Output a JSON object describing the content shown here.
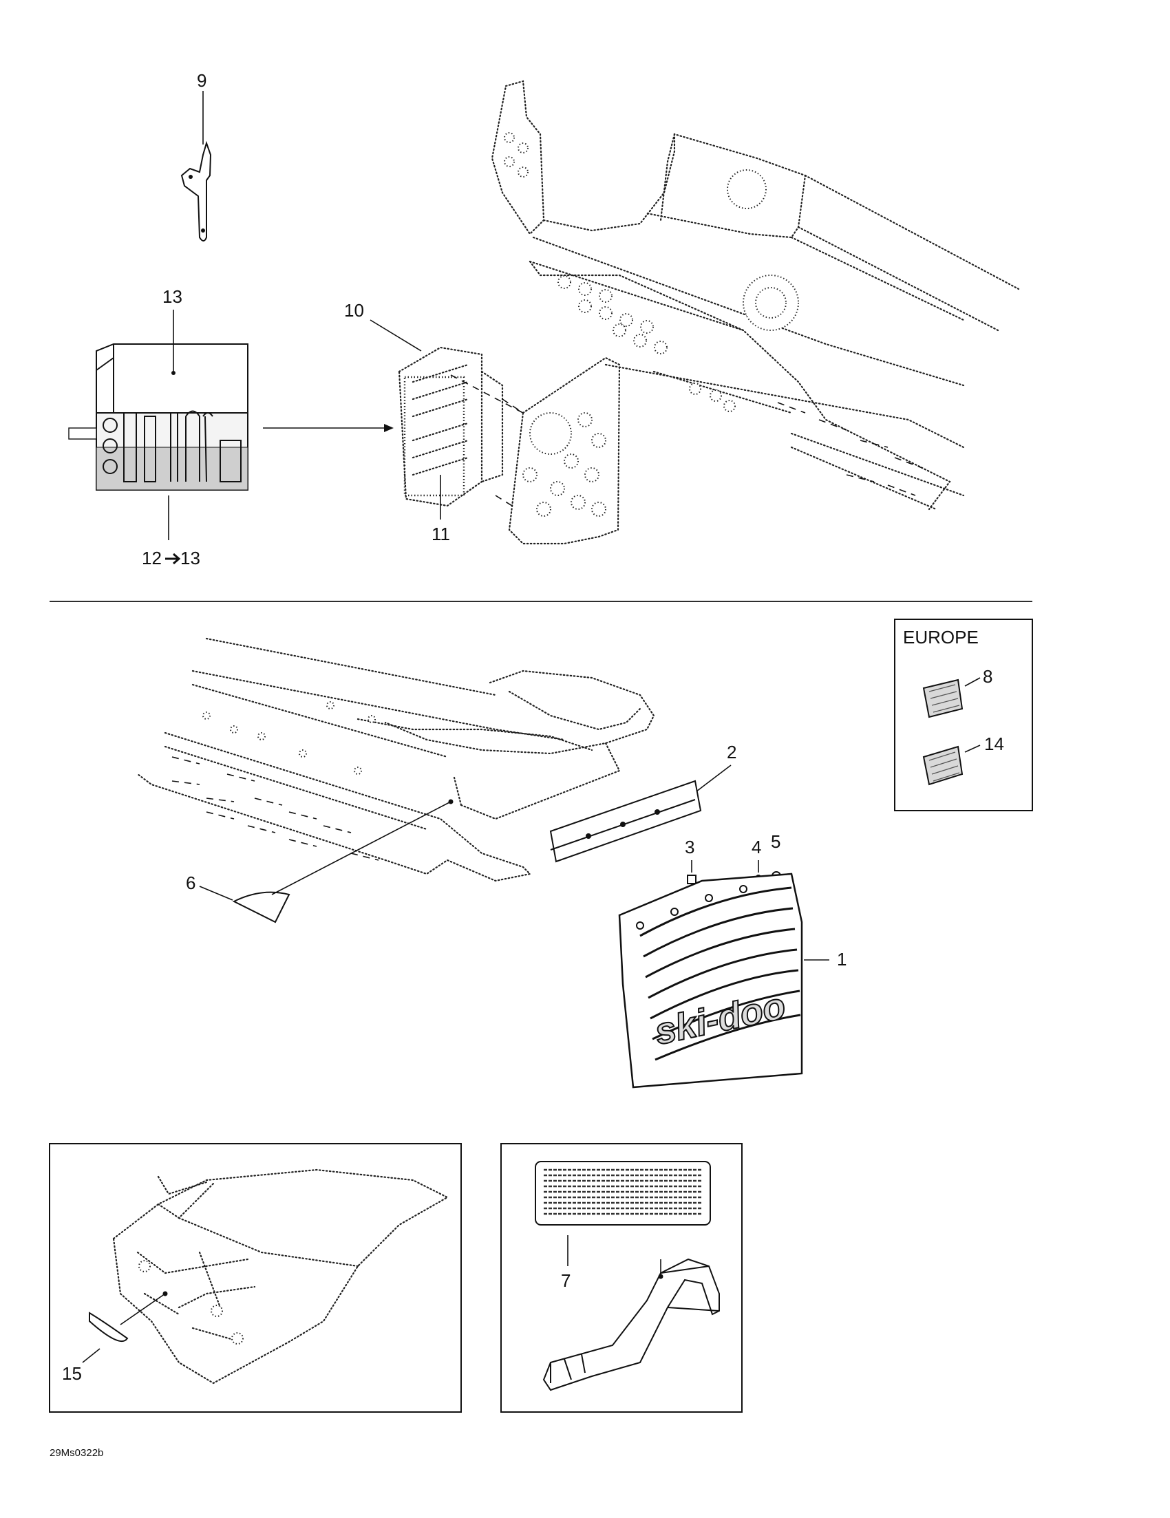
{
  "callouts": {
    "c1": "1",
    "c2": "2",
    "c3": "3",
    "c4": "4",
    "c5": "5",
    "c6": "6",
    "c7": "7",
    "c8": "8",
    "c9": "9",
    "c10": "10",
    "c11": "11",
    "c12_13": "12",
    "c12_13_end": "13",
    "c13": "13",
    "c14": "14",
    "c15": "15"
  },
  "europe_box": {
    "title": "EUROPE"
  },
  "reference_code": "29Ms0322b",
  "brand_logo_text": "ski-doo"
}
